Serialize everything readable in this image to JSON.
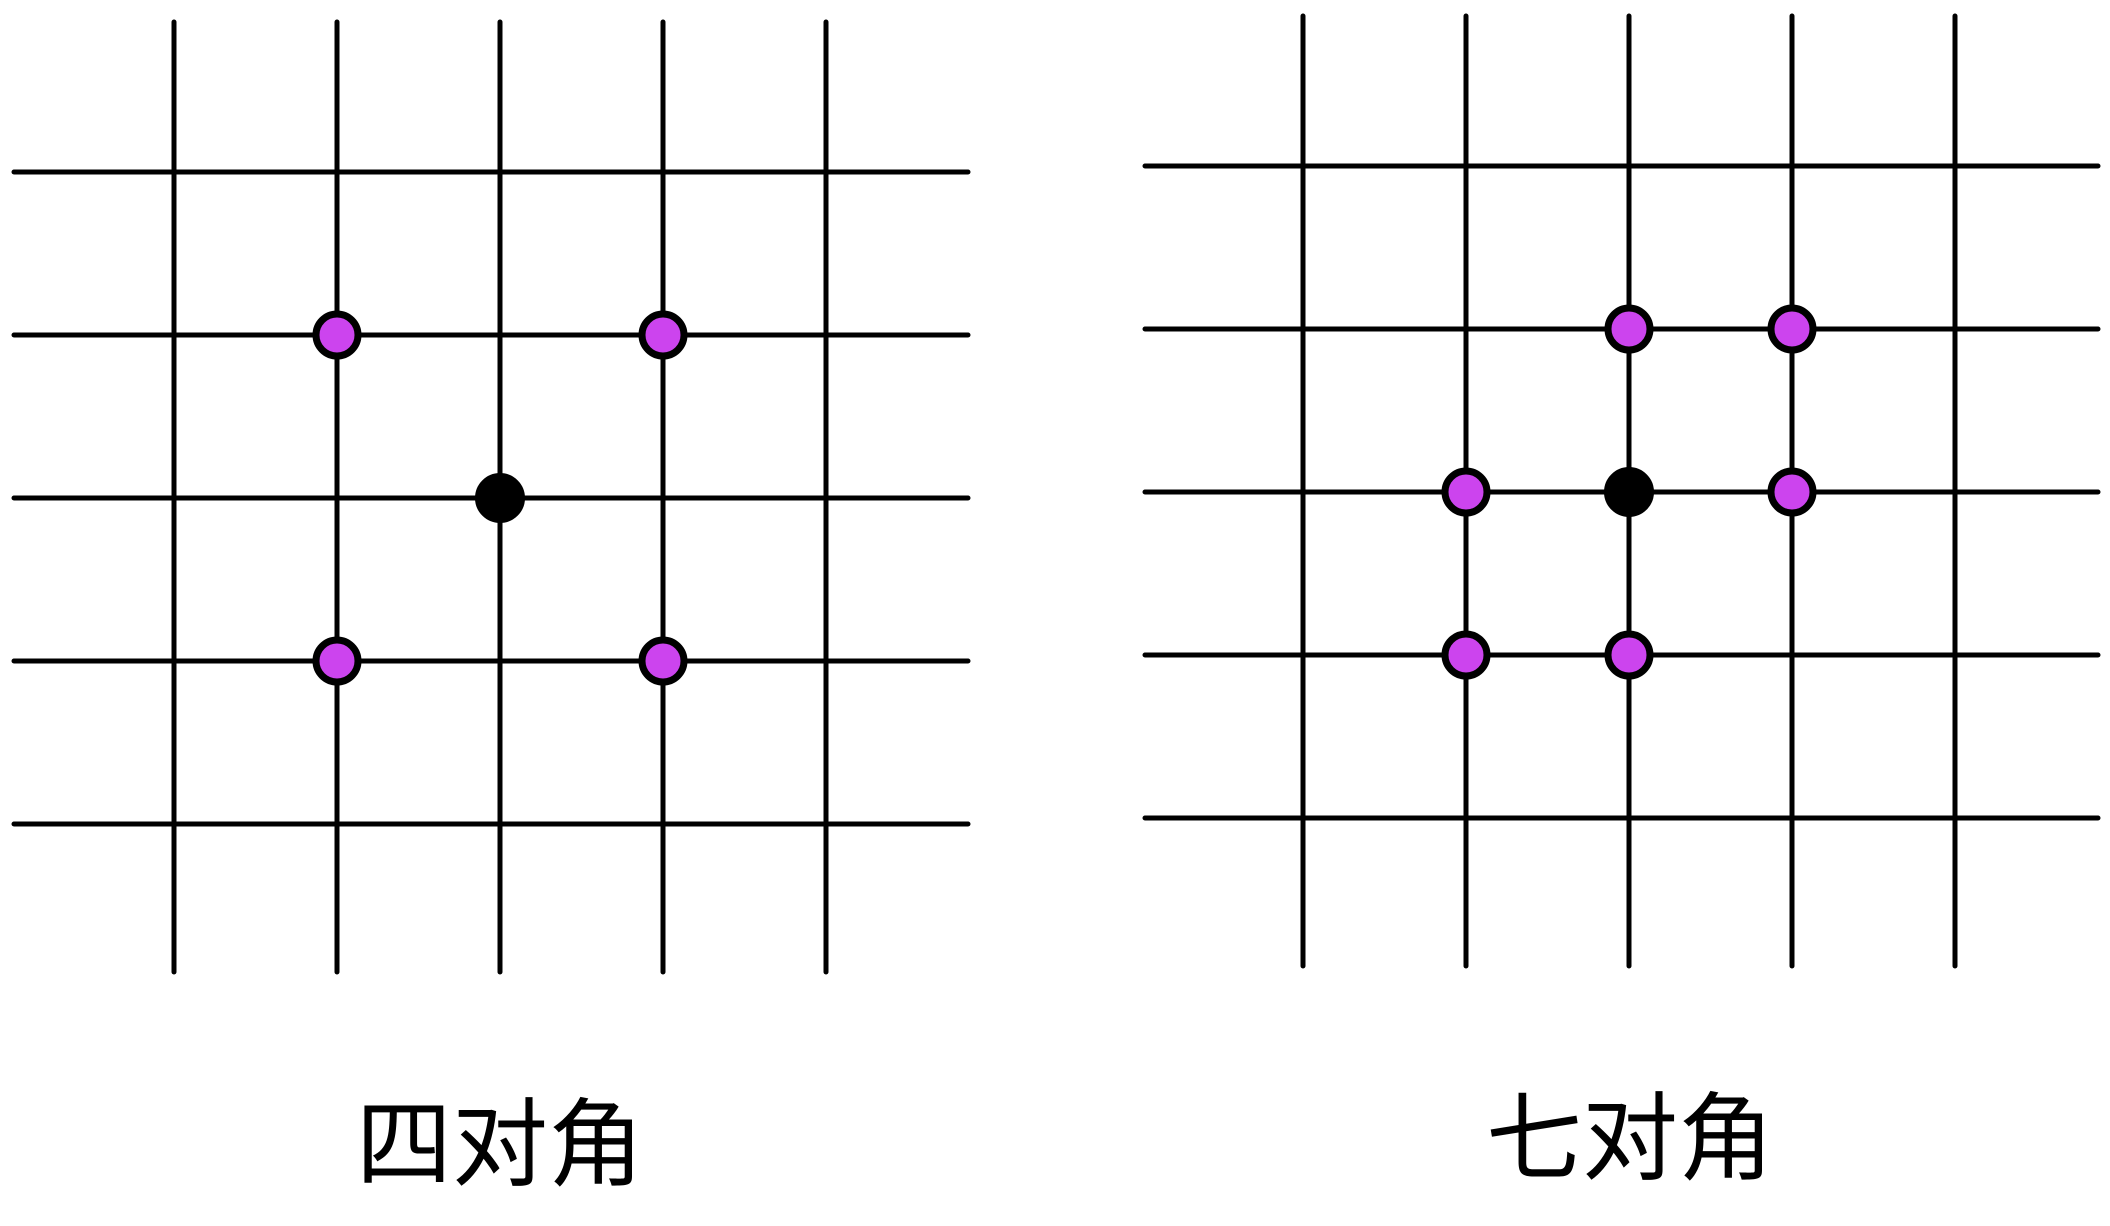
{
  "colors": {
    "line": "#000000",
    "center_point": "#000000",
    "neighbor_point": "#cc44ee",
    "background": "#ffffff"
  },
  "diagrams": [
    {
      "id": "four-diagonal",
      "caption": "四对角",
      "grid": {
        "columns": 5,
        "rows": 5
      },
      "center": {
        "col": 2,
        "row": 2
      },
      "neighbors": [
        {
          "col": 1,
          "row": 1
        },
        {
          "col": 3,
          "row": 1
        },
        {
          "col": 1,
          "row": 3
        },
        {
          "col": 3,
          "row": 3
        }
      ]
    },
    {
      "id": "seven-diagonal",
      "caption": "七对角",
      "grid": {
        "columns": 5,
        "rows": 5
      },
      "center": {
        "col": 2,
        "row": 2
      },
      "neighbors": [
        {
          "col": 2,
          "row": 1
        },
        {
          "col": 3,
          "row": 1
        },
        {
          "col": 1,
          "row": 2
        },
        {
          "col": 3,
          "row": 2
        },
        {
          "col": 1,
          "row": 3
        },
        {
          "col": 2,
          "row": 3
        }
      ]
    }
  ]
}
